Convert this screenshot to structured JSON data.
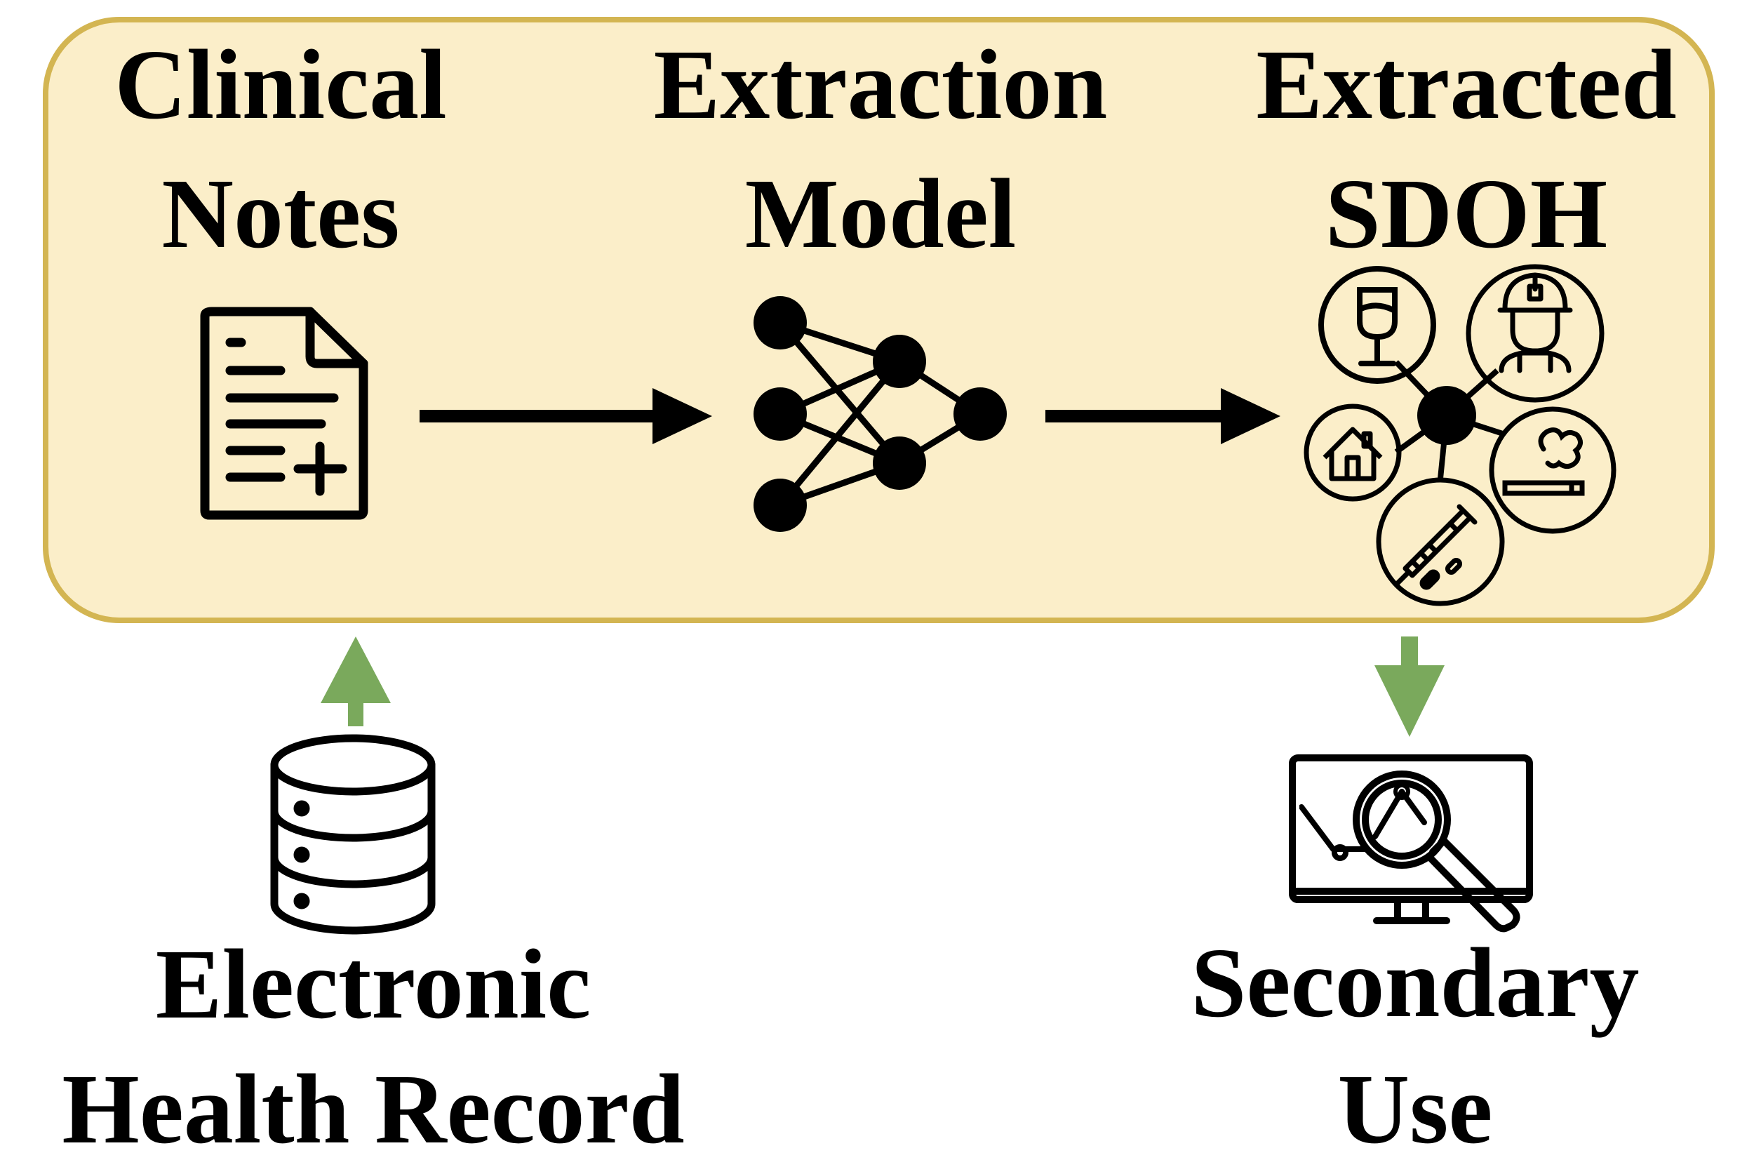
{
  "colors": {
    "panel_fill": "#fbeec9",
    "panel_border": "#d3b552",
    "arrow_black": "#000000",
    "arrow_green": "#7aa95c"
  },
  "panel": {
    "notes": {
      "line1": "Clinical",
      "line2": "Notes",
      "icon": "medical-document-icon"
    },
    "model": {
      "line1": "Extraction",
      "line2": "Model",
      "icon": "neural-network-icon"
    },
    "sdoh": {
      "line1": "Extracted",
      "line2": "SDOH",
      "icon": "sdoh-hub-icon",
      "factor_icons": [
        "alcohol-glass-icon",
        "worker-helmet-icon",
        "house-icon",
        "cigarette-icon",
        "syringe-drug-icon"
      ]
    }
  },
  "ehr": {
    "line1": "Electronic",
    "line2": "Health Record",
    "icon": "database-icon"
  },
  "secondary": {
    "line1": "Secondary",
    "line2": "Use",
    "icon": "monitor-magnifier-icon"
  }
}
